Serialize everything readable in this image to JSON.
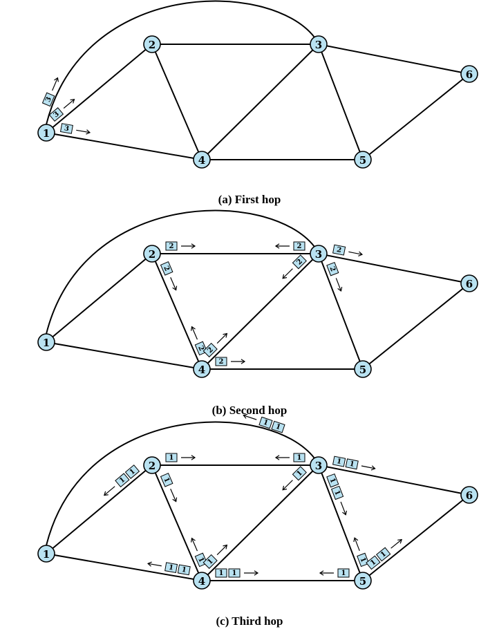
{
  "panels": [
    {
      "id": "a",
      "caption": "(a) First hop"
    },
    {
      "id": "b",
      "caption": "(b) Second hop"
    },
    {
      "id": "c",
      "caption": "(c) Third hop"
    }
  ],
  "nodes": [
    "1",
    "2",
    "3",
    "4",
    "5",
    "6"
  ],
  "edges": [
    [
      "1",
      "2"
    ],
    [
      "1",
      "4"
    ],
    [
      "1",
      "3"
    ],
    [
      "2",
      "3"
    ],
    [
      "2",
      "4"
    ],
    [
      "3",
      "4"
    ],
    [
      "3",
      "5"
    ],
    [
      "3",
      "6"
    ],
    [
      "4",
      "5"
    ],
    [
      "5",
      "6"
    ]
  ],
  "packets": {
    "a": [
      {
        "edge": "1-3",
        "labels": [
          "3"
        ]
      },
      {
        "edge": "1-2",
        "labels": [
          "3"
        ]
      },
      {
        "edge": "1-4",
        "labels": [
          "3"
        ]
      }
    ],
    "b": [
      {
        "edge": "2-3",
        "labels": [
          "2"
        ]
      },
      {
        "edge": "3-2",
        "labels": [
          "2"
        ]
      },
      {
        "edge": "2-4",
        "labels": [
          "2"
        ]
      },
      {
        "edge": "4-2",
        "labels": [
          "2"
        ]
      },
      {
        "edge": "4-3",
        "labels": [
          "2"
        ]
      },
      {
        "edge": "3-4",
        "labels": [
          "2"
        ]
      },
      {
        "edge": "3-6",
        "labels": [
          "2"
        ]
      },
      {
        "edge": "3-5",
        "labels": [
          "2"
        ]
      },
      {
        "edge": "4-5",
        "labels": [
          "2"
        ]
      }
    ],
    "c": [
      {
        "edge": "2-1",
        "labels": [
          "1",
          "1"
        ]
      },
      {
        "edge": "2-3",
        "labels": [
          "1"
        ]
      },
      {
        "edge": "3-2",
        "labels": [
          "1"
        ]
      },
      {
        "edge": "3-1",
        "labels": [
          "1",
          "1"
        ]
      },
      {
        "edge": "3-6",
        "labels": [
          "1",
          "1"
        ]
      },
      {
        "edge": "2-4",
        "labels": [
          "1"
        ]
      },
      {
        "edge": "3-4",
        "labels": [
          "1"
        ]
      },
      {
        "edge": "4-2",
        "labels": [
          "1"
        ]
      },
      {
        "edge": "4-3",
        "labels": [
          "1"
        ]
      },
      {
        "edge": "3-5",
        "labels": [
          "1",
          "1"
        ]
      },
      {
        "edge": "5-3",
        "labels": [
          "1"
        ]
      },
      {
        "edge": "5-6",
        "labels": [
          "1",
          "1"
        ]
      },
      {
        "edge": "4-1",
        "labels": [
          "1",
          "1"
        ]
      },
      {
        "edge": "4-5",
        "labels": [
          "1",
          "1"
        ]
      },
      {
        "edge": "5-4",
        "labels": [
          "1"
        ]
      }
    ]
  },
  "colors": {
    "node_fill": "#b9e2f1",
    "packet_fill": "#b9e2f1",
    "stroke": "#000000"
  }
}
